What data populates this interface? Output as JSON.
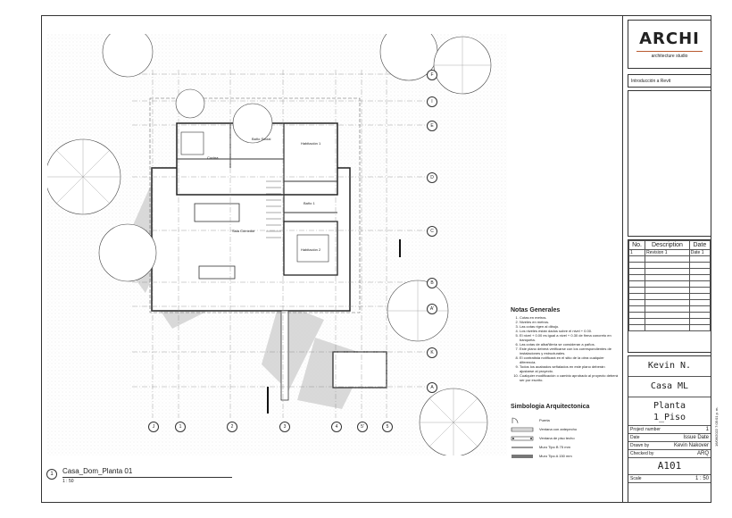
{
  "title_block": {
    "brand": "ARCHI",
    "brand_sub": "architecture studio",
    "project_line": "Introducción a Revit",
    "revision_headers": [
      "No.",
      "Description",
      "Date"
    ],
    "revision_rows": [
      [
        "1",
        "Revision 1",
        "Date 1"
      ]
    ],
    "designer": "Kevin N.",
    "project_name": "Casa ML",
    "sheet_name_1": "Planta",
    "sheet_name_2": "1_Piso",
    "fields": [
      {
        "label": "Project number",
        "value": "1"
      },
      {
        "label": "Date",
        "value": "Issue Date"
      },
      {
        "label": "Drawn by",
        "value": "Kevin Nakover"
      },
      {
        "label": "Checked by",
        "value": "ARQ"
      }
    ],
    "sheet_number": "A101",
    "scale_label": "Scale",
    "scale_value": "1 : 50",
    "timestamp": "16/06/2022 7:05:01 p. m."
  },
  "notes": {
    "title": "Notas Generales",
    "items": [
      "Cotas en metros.",
      "Niveles en metros.",
      "Las cotas rigen al dibujo.",
      "Los niveles están dados sobre el nivel + 0.00.",
      "El nivel + 0.00 es igual a nivel + 0.30 de firma concreto en banqueta.",
      "Las cotas de albañilería se consideran a paños.",
      "Este plano deberá verificarse con los correspondientes de instalaciones y estructurales.",
      "El contratista notificará en el sitio de la obra cualquier diferencia.",
      "Todos los acabados señalados en este plano deberán ajustarse al proyecto.",
      "Cualquier modificación o cambio aprobado al proyecto deberá ser por escrito."
    ]
  },
  "legend": {
    "title": "Simbologia Arquitectonica",
    "items": [
      "Puerta",
      "Ventana con antepecho",
      "Ventana de piso techo",
      "Muro Tipo B 75 mm",
      "Muro Tipo A 150 mm"
    ]
  },
  "caption": {
    "number": "1",
    "title": "Casa_Dom_Planta 01",
    "scale": "1 : 50"
  },
  "plan": {
    "rooms": [
      "Baño Social",
      "Cocina",
      "Habitación 1",
      "Baño 1",
      "Sala Comedor",
      "Habitación 2"
    ],
    "grid_rows": [
      "F",
      "I",
      "E",
      "D",
      "C",
      "B",
      "A'",
      "K",
      "A"
    ],
    "grid_cols": [
      "J",
      "1",
      "2",
      "3",
      "4",
      "5'",
      "5"
    ]
  }
}
